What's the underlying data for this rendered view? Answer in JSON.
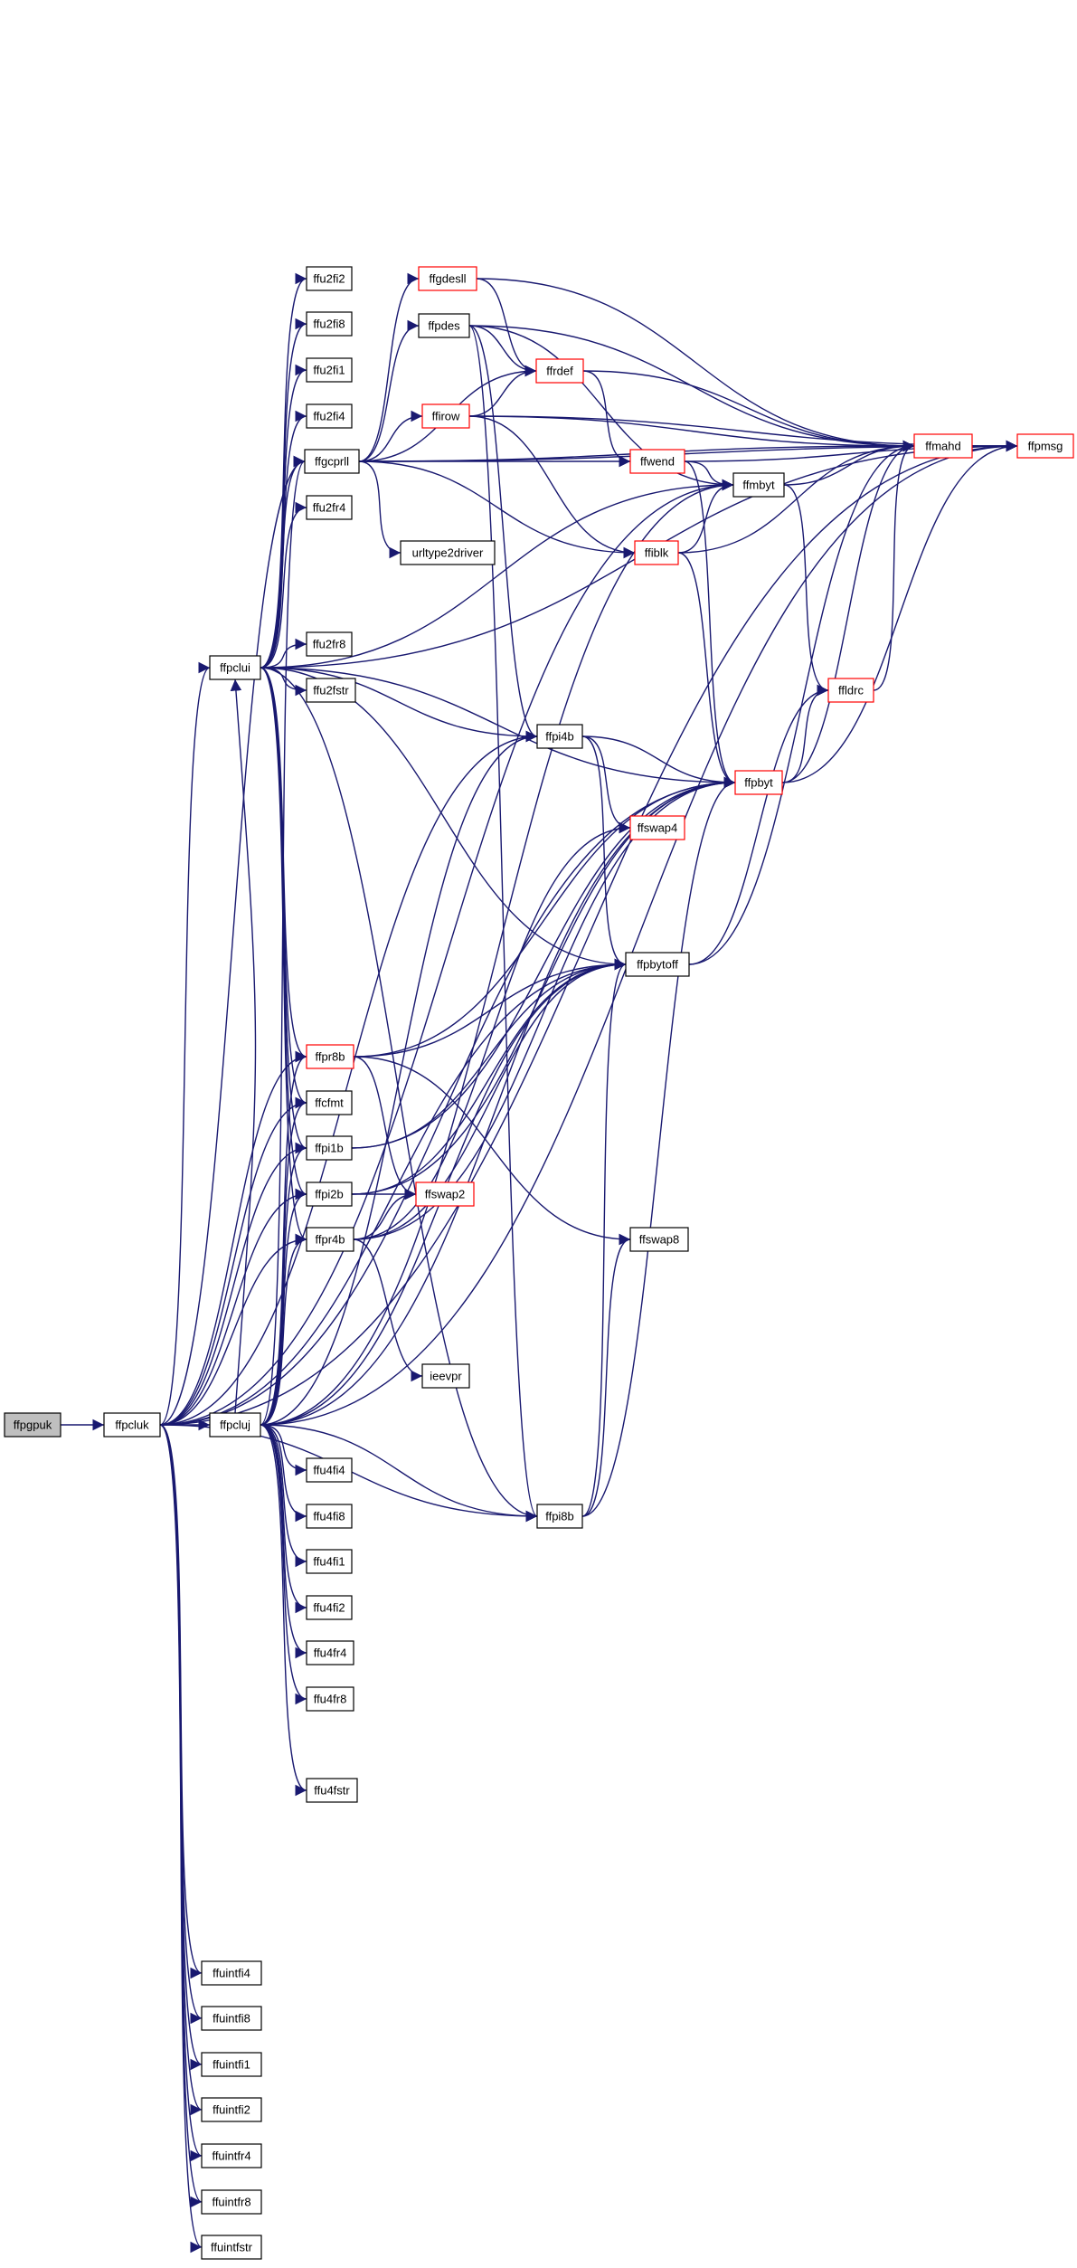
{
  "diagram": {
    "type": "call-graph",
    "colors": {
      "edge": "#191970",
      "node_border": "#000000",
      "truncated_border": "#ff0000",
      "root_fill": "#bfbfbf"
    },
    "nodes": [
      {
        "id": "ffpgpuk",
        "label": "ffpgpuk",
        "root": true
      },
      {
        "id": "ffpcluk",
        "label": "ffpcluk"
      },
      {
        "id": "ffpclui",
        "label": "ffpclui"
      },
      {
        "id": "ffpcluj",
        "label": "ffpcluj"
      },
      {
        "id": "ffu2fi2",
        "label": "ffu2fi2"
      },
      {
        "id": "ffu2fi8",
        "label": "ffu2fi8"
      },
      {
        "id": "ffu2fi1",
        "label": "ffu2fi1"
      },
      {
        "id": "ffu2fi4",
        "label": "ffu2fi4"
      },
      {
        "id": "ffgcprll",
        "label": "ffgcprll"
      },
      {
        "id": "ffu2fr4",
        "label": "ffu2fr4"
      },
      {
        "id": "ffu2fr8",
        "label": "ffu2fr8"
      },
      {
        "id": "ffu2fstr",
        "label": "ffu2fstr"
      },
      {
        "id": "ffgdesll",
        "label": "ffgdesll",
        "truncated": true
      },
      {
        "id": "ffpdes",
        "label": "ffpdes"
      },
      {
        "id": "ffirow",
        "label": "ffirow",
        "truncated": true
      },
      {
        "id": "urltype2driver",
        "label": "urltype2driver"
      },
      {
        "id": "ffrdef",
        "label": "ffrdef",
        "truncated": true
      },
      {
        "id": "ffwend",
        "label": "ffwend",
        "truncated": true
      },
      {
        "id": "ffmbyt",
        "label": "ffmbyt"
      },
      {
        "id": "ffmahd",
        "label": "ffmahd",
        "truncated": true
      },
      {
        "id": "ffpmsg",
        "label": "ffpmsg",
        "truncated": true
      },
      {
        "id": "ffldrc",
        "label": "ffldrc",
        "truncated": true
      },
      {
        "id": "ffiblk",
        "label": "ffiblk",
        "truncated": true
      },
      {
        "id": "ffpi4b",
        "label": "ffpi4b"
      },
      {
        "id": "ffpbyt",
        "label": "ffpbyt",
        "truncated": true
      },
      {
        "id": "ffswap4",
        "label": "ffswap4",
        "truncated": true
      },
      {
        "id": "ffpbytoff",
        "label": "ffpbytoff"
      },
      {
        "id": "ffpr8b",
        "label": "ffpr8b",
        "truncated": true
      },
      {
        "id": "ffcfmt",
        "label": "ffcfmt"
      },
      {
        "id": "ffpi1b",
        "label": "ffpi1b"
      },
      {
        "id": "ffpi2b",
        "label": "ffpi2b"
      },
      {
        "id": "ffswap2",
        "label": "ffswap2",
        "truncated": true
      },
      {
        "id": "ffswap8",
        "label": "ffswap8"
      },
      {
        "id": "ffpr4b",
        "label": "ffpr4b"
      },
      {
        "id": "ieevpr",
        "label": "ieevpr"
      },
      {
        "id": "ffu4fi4",
        "label": "ffu4fi4"
      },
      {
        "id": "ffpi8b",
        "label": "ffpi8b"
      },
      {
        "id": "ffu4fi8",
        "label": "ffu4fi8"
      },
      {
        "id": "ffu4fi1",
        "label": "ffu4fi1"
      },
      {
        "id": "ffu4fi2",
        "label": "ffu4fi2"
      },
      {
        "id": "ffu4fr4",
        "label": "ffu4fr4"
      },
      {
        "id": "ffu4fr8",
        "label": "ffu4fr8"
      },
      {
        "id": "ffu4fstr",
        "label": "ffu4fstr"
      },
      {
        "id": "ffuintfi4",
        "label": "ffuintfi4"
      },
      {
        "id": "ffuintfi8",
        "label": "ffuintfi8"
      },
      {
        "id": "ffuintfi1",
        "label": "ffuintfi1"
      },
      {
        "id": "ffuintfi2",
        "label": "ffuintfi2"
      },
      {
        "id": "ffuintfr4",
        "label": "ffuintfr4"
      },
      {
        "id": "ffuintfr8",
        "label": "ffuintfr8"
      },
      {
        "id": "ffuintfstr",
        "label": "ffuintfstr"
      }
    ],
    "edges": [
      [
        "ffpgpuk",
        "ffpcluk"
      ],
      [
        "ffpcluk",
        "ffpcluj"
      ],
      [
        "ffpcluk",
        "ffpclui"
      ],
      [
        "ffpcluk",
        "ffpmsg"
      ],
      [
        "ffpcluk",
        "ffpbytoff"
      ],
      [
        "ffpcluk",
        "ffpi4b"
      ],
      [
        "ffpcluk",
        "ffpr8b"
      ],
      [
        "ffpcluk",
        "ffcfmt"
      ],
      [
        "ffpcluk",
        "ffpi1b"
      ],
      [
        "ffpcluk",
        "ffpi2b"
      ],
      [
        "ffpcluk",
        "ffpr4b"
      ],
      [
        "ffpcluk",
        "ffpi8b"
      ],
      [
        "ffpcluk",
        "ffpbyt"
      ],
      [
        "ffpcluk",
        "ffmbyt"
      ],
      [
        "ffpcluk",
        "ffgcprll"
      ],
      [
        "ffpcluk",
        "ffuintfi4"
      ],
      [
        "ffpcluk",
        "ffuintfi8"
      ],
      [
        "ffpcluk",
        "ffuintfi1"
      ],
      [
        "ffpcluk",
        "ffuintfi2"
      ],
      [
        "ffpcluk",
        "ffuintfr4"
      ],
      [
        "ffpcluk",
        "ffuintfr8"
      ],
      [
        "ffpcluk",
        "ffuintfstr"
      ],
      [
        "ffpclui",
        "ffu2fi2"
      ],
      [
        "ffpclui",
        "ffu2fi8"
      ],
      [
        "ffpclui",
        "ffu2fi1"
      ],
      [
        "ffpclui",
        "ffu2fi4"
      ],
      [
        "ffpclui",
        "ffgcprll"
      ],
      [
        "ffpclui",
        "ffu2fr4"
      ],
      [
        "ffpclui",
        "ffu2fr8"
      ],
      [
        "ffpclui",
        "ffu2fstr"
      ],
      [
        "ffpclui",
        "ffpmsg"
      ],
      [
        "ffpclui",
        "ffmbyt"
      ],
      [
        "ffpclui",
        "ffpbytoff"
      ],
      [
        "ffpclui",
        "ffpi4b"
      ],
      [
        "ffpclui",
        "ffpbyt"
      ],
      [
        "ffpclui",
        "ffpr8b"
      ],
      [
        "ffpclui",
        "ffcfmt"
      ],
      [
        "ffpclui",
        "ffpi1b"
      ],
      [
        "ffpclui",
        "ffpi2b"
      ],
      [
        "ffpclui",
        "ffpr4b"
      ],
      [
        "ffpclui",
        "ffpi8b"
      ],
      [
        "ffpcluj",
        "ffpclui"
      ],
      [
        "ffpcluj",
        "ffgcprll"
      ],
      [
        "ffpcluj",
        "ffpr8b"
      ],
      [
        "ffpcluj",
        "ffcfmt"
      ],
      [
        "ffpcluj",
        "ffpi1b"
      ],
      [
        "ffpcluj",
        "ffpi2b"
      ],
      [
        "ffpcluj",
        "ffpr4b"
      ],
      [
        "ffpcluj",
        "ffpi4b"
      ],
      [
        "ffpcluj",
        "ffpbytoff"
      ],
      [
        "ffpcluj",
        "ffpbyt"
      ],
      [
        "ffpcluj",
        "ffpi8b"
      ],
      [
        "ffpcluj",
        "ffmbyt"
      ],
      [
        "ffpcluj",
        "ffpmsg"
      ],
      [
        "ffpcluj",
        "ffu4fi4"
      ],
      [
        "ffpcluj",
        "ffu4fi8"
      ],
      [
        "ffpcluj",
        "ffu4fi1"
      ],
      [
        "ffpcluj",
        "ffu4fi2"
      ],
      [
        "ffpcluj",
        "ffu4fr4"
      ],
      [
        "ffpcluj",
        "ffu4fr8"
      ],
      [
        "ffpcluj",
        "ffu4fstr"
      ],
      [
        "ffgcprll",
        "ffgdesll"
      ],
      [
        "ffgcprll",
        "ffpdes"
      ],
      [
        "ffgcprll",
        "ffirow"
      ],
      [
        "ffgcprll",
        "ffrdef"
      ],
      [
        "ffgcprll",
        "ffwend"
      ],
      [
        "ffgcprll",
        "ffiblk"
      ],
      [
        "ffgcprll",
        "urltype2driver"
      ],
      [
        "ffgcprll",
        "ffmahd"
      ],
      [
        "ffgcprll",
        "ffpmsg"
      ],
      [
        "ffgdesll",
        "ffrdef"
      ],
      [
        "ffgdesll",
        "ffmahd"
      ],
      [
        "ffpdes",
        "ffrdef"
      ],
      [
        "ffpdes",
        "ffmahd"
      ],
      [
        "ffpdes",
        "ffmbyt"
      ],
      [
        "ffpdes",
        "ffpi4b"
      ],
      [
        "ffpdes",
        "ffpi8b"
      ],
      [
        "ffirow",
        "ffrdef"
      ],
      [
        "ffirow",
        "ffiblk"
      ],
      [
        "ffirow",
        "ffmahd"
      ],
      [
        "ffirow",
        "ffpmsg"
      ],
      [
        "ffrdef",
        "ffwend"
      ],
      [
        "ffrdef",
        "ffmahd"
      ],
      [
        "ffwend",
        "ffmbyt"
      ],
      [
        "ffwend",
        "ffpbyt"
      ],
      [
        "ffwend",
        "ffpmsg"
      ],
      [
        "ffmbyt",
        "ffmahd"
      ],
      [
        "ffmbyt",
        "ffldrc"
      ],
      [
        "ffmahd",
        "ffpmsg"
      ],
      [
        "ffldrc",
        "ffmahd"
      ],
      [
        "ffiblk",
        "ffmbyt"
      ],
      [
        "ffiblk",
        "ffmahd"
      ],
      [
        "ffiblk",
        "ffpbyt"
      ],
      [
        "ffpi4b",
        "ffpbyt"
      ],
      [
        "ffpi4b",
        "ffswap4"
      ],
      [
        "ffpi4b",
        "ffpbytoff"
      ],
      [
        "ffpbyt",
        "ffldrc"
      ],
      [
        "ffpbyt",
        "ffmahd"
      ],
      [
        "ffpbyt",
        "ffpmsg"
      ],
      [
        "ffpbytoff",
        "ffldrc"
      ],
      [
        "ffpbytoff",
        "ffmahd"
      ],
      [
        "ffpr8b",
        "ffpbytoff"
      ],
      [
        "ffpr8b",
        "ffpbyt"
      ],
      [
        "ffpr8b",
        "ffswap2"
      ],
      [
        "ffpr8b",
        "ffswap8"
      ],
      [
        "ffpi1b",
        "ffpbytoff"
      ],
      [
        "ffpi1b",
        "ffpbyt"
      ],
      [
        "ffpi2b",
        "ffswap2"
      ],
      [
        "ffpi2b",
        "ffpbytoff"
      ],
      [
        "ffpi2b",
        "ffpbyt"
      ],
      [
        "ffpr4b",
        "ffswap2"
      ],
      [
        "ffpr4b",
        "ffswap4"
      ],
      [
        "ffpr4b",
        "ffpbytoff"
      ],
      [
        "ffpr4b",
        "ffpbyt"
      ],
      [
        "ffpr4b",
        "ieevpr"
      ],
      [
        "ffpi8b",
        "ffswap8"
      ],
      [
        "ffpi8b",
        "ffpbytoff"
      ],
      [
        "ffpi8b",
        "ffpbyt"
      ]
    ]
  }
}
